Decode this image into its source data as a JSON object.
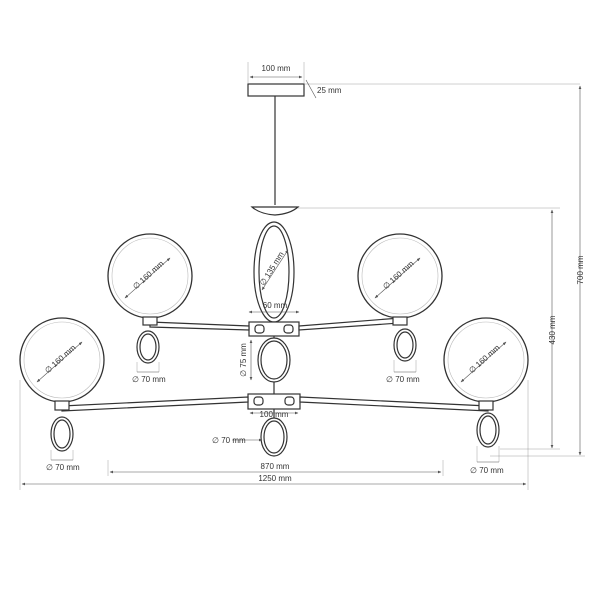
{
  "dimensions": {
    "canopy_width": "100 mm",
    "canopy_height": "25 mm",
    "total_height": "700 mm",
    "body_height": "430 mm",
    "top_globe_left": "160 mm",
    "center_globe": "135 mm",
    "top_globe_right": "160 mm",
    "bottom_globe_left": "160 mm",
    "bottom_globe_right": "160 mm",
    "upper_hub_width": "60 mm",
    "lower_hub_width": "100 mm",
    "center_disc": "75 mm",
    "disc_top_left": "70 mm",
    "disc_top_right": "70 mm",
    "disc_bottom_left": "70 mm",
    "disc_bottom_right": "70 mm",
    "disc_bottom_center": "70 mm",
    "inner_span": "870 mm",
    "total_span": "1250 mm"
  },
  "symbols": {
    "diameter": "∅"
  }
}
